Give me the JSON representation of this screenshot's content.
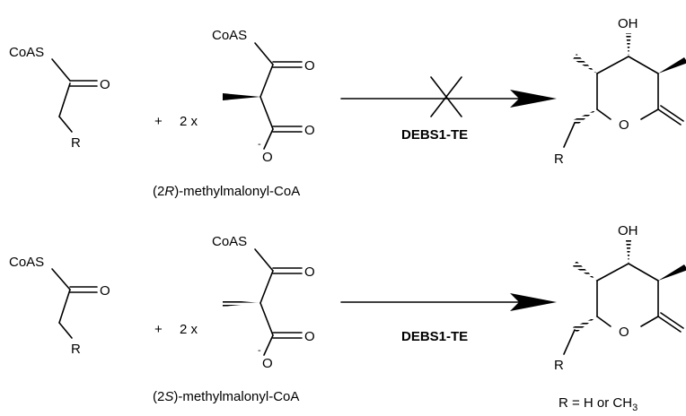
{
  "atoms": {
    "coas": "CoAS",
    "o": "O",
    "r": "R",
    "oh": "OH",
    "o_minus": "O",
    "minus": "-"
  },
  "scheme": {
    "plus": "+",
    "multiplier": "2 x",
    "enzyme": "DEBS1-TE"
  },
  "reactions": [
    {
      "reagent_prefix": "(2",
      "reagent_config": "R",
      "reagent_suffix": ")-methylmalonyl-CoA",
      "blocked": true
    },
    {
      "reagent_prefix": "(2",
      "reagent_config": "S",
      "reagent_suffix": ")-methylmalonyl-CoA",
      "blocked": false
    }
  ],
  "footnote": {
    "text": "R = H or CH",
    "subscript": "3"
  }
}
